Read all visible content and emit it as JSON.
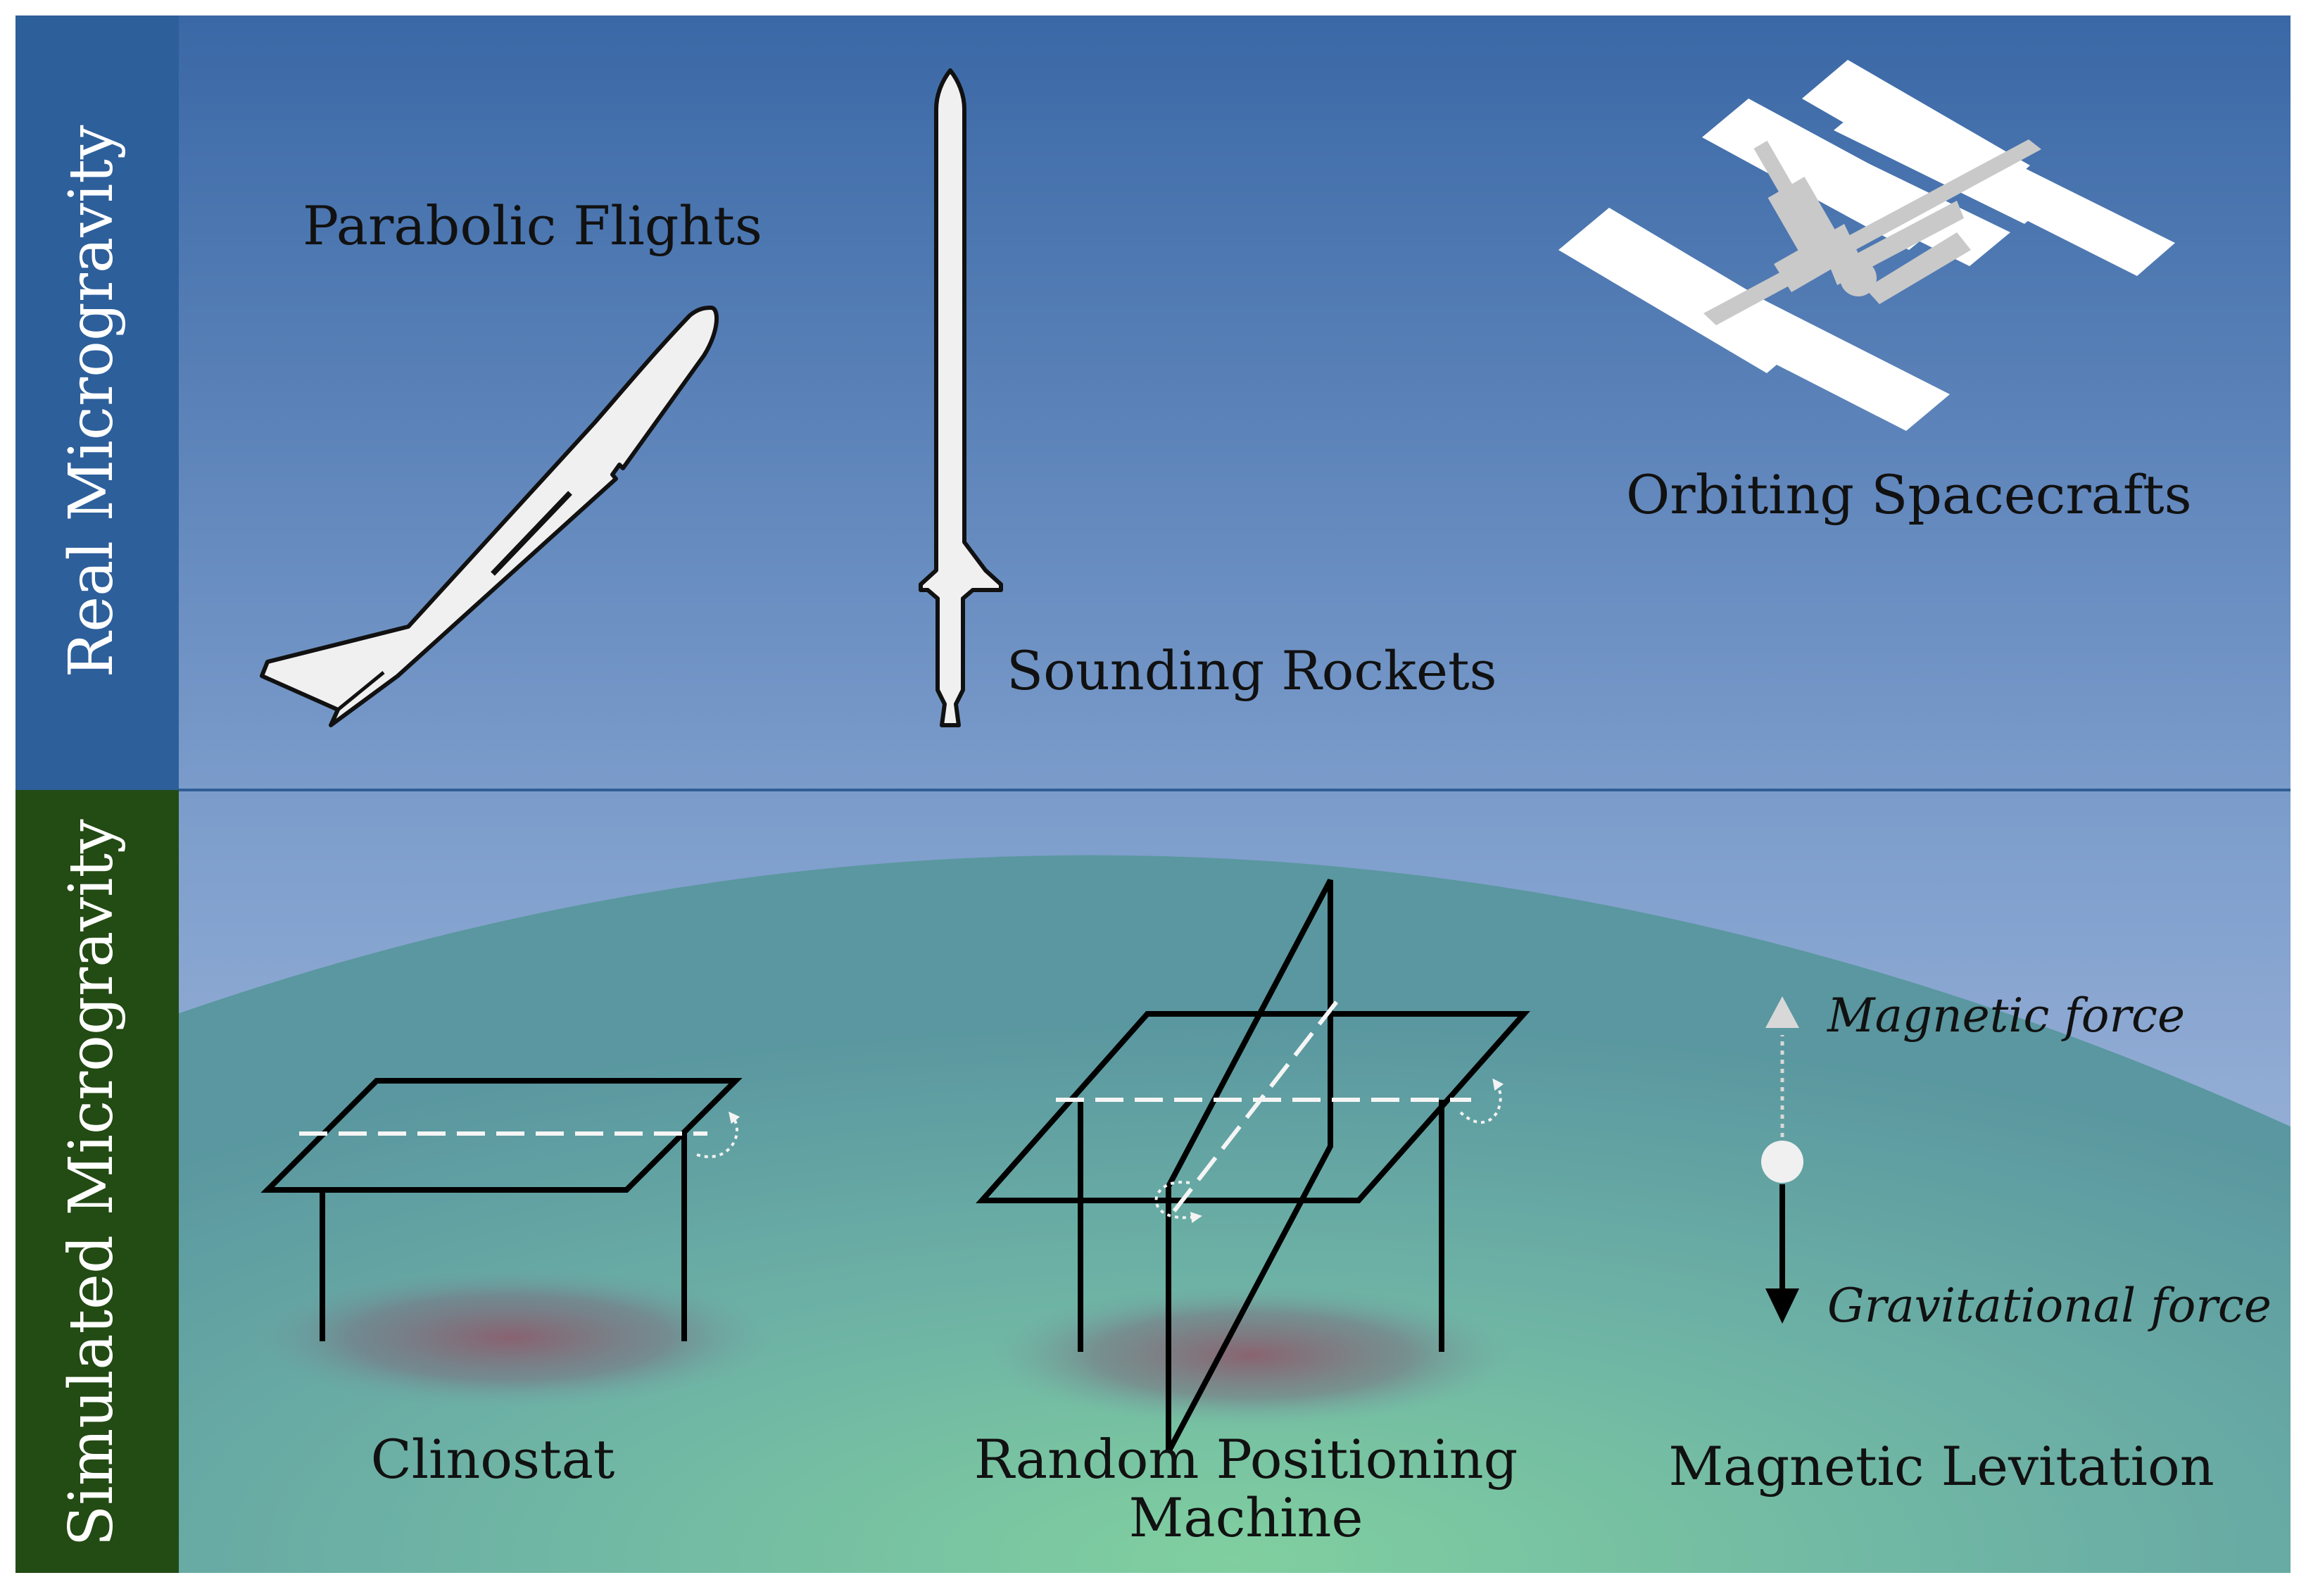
{
  "panels": {
    "real": {
      "side_label": "Real Microgravity",
      "items": {
        "parabolic": "Parabolic Flights",
        "rockets": "Sounding Rockets",
        "spacecraft": "Orbiting Spacecrafts"
      }
    },
    "simulated": {
      "side_label": "Simulated Microgravity",
      "items": {
        "clinostat": "Clinostat",
        "rpm_line1": "Random Positioning",
        "rpm_line2": "Machine",
        "maglev": "Magnetic Levitation",
        "magnetic_force": "Magnetic force",
        "gravitational_force": "Gravitational force"
      }
    }
  },
  "colors": {
    "real_side_bar": "#2d5f9b",
    "simulated_side_bar": "#234b14",
    "sky_top": "#3a68a6",
    "sky_bottom": "#a7bbdc",
    "ground_center": "#7ecda0",
    "ground_edge": "#5c9aa2",
    "frame_stroke": "#000000",
    "object_fill": "#f0f0f0"
  }
}
